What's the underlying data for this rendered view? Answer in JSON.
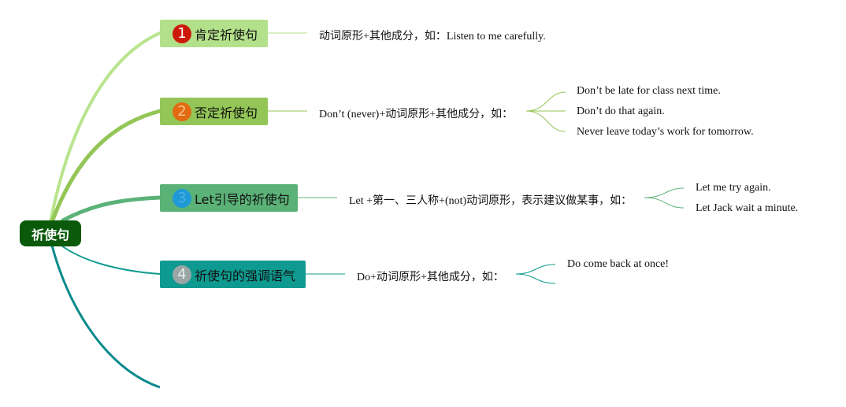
{
  "root": {
    "label": "祈使句"
  },
  "topics": [
    {
      "number": "1",
      "label": "肯定祈使句",
      "color": "#b3e08a",
      "badge_color": "#cc1a0a",
      "description": "动词原形+其他成分，如：Listen to me carefully.",
      "examples": []
    },
    {
      "number": "2",
      "label": "否定祈使句",
      "color": "#93c656",
      "badge_color": "#e26a12",
      "description": "Don’t (never)+动词原形+其他成分，如：",
      "examples": [
        "Don’t be late for class next time.",
        "Don’t do that again.",
        "Never leave today’s work for tomorrow."
      ]
    },
    {
      "number": "3",
      "label": "Let引导的祈使句",
      "color": "#5bb277",
      "badge_color": "#1f9ad6",
      "description": "Let +第一、三人称+(not)动词原形，表示建议做某事，如：",
      "examples": [
        "Let me try again.",
        "Let Jack wait a minute."
      ]
    },
    {
      "number": "4",
      "label": "祈使句的强调语气",
      "color": "#0e9a90",
      "badge_color": "#9aa6a6",
      "description": "Do+动词原形+其他成分，如：",
      "examples": [
        "Do come back at once!"
      ]
    }
  ]
}
